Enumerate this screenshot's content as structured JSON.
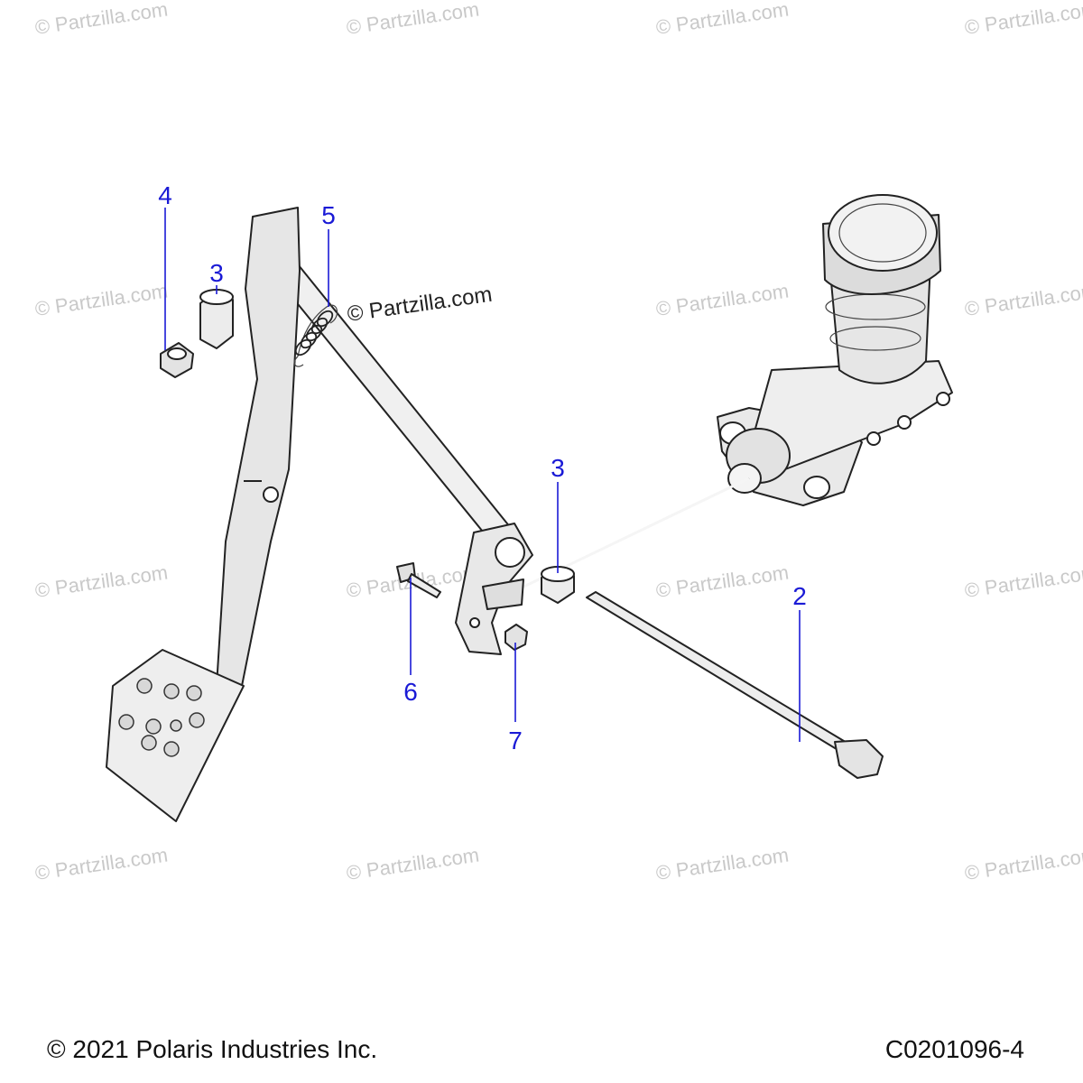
{
  "callouts": [
    {
      "id": "4",
      "label": "4"
    },
    {
      "id": "3a",
      "label": "3"
    },
    {
      "id": "5",
      "label": "5"
    },
    {
      "id": "3b",
      "label": "3"
    },
    {
      "id": "2",
      "label": "2"
    },
    {
      "id": "6",
      "label": "6"
    },
    {
      "id": "7",
      "label": "7"
    }
  ],
  "watermark": {
    "text": "© Partzilla.com",
    "feature_text": "© Partzilla.com"
  },
  "footer": {
    "copyright": "© 2021 Polaris Industries Inc.",
    "diagram_code": "C0201096-4"
  },
  "colors": {
    "callout": "#1a1ad6",
    "part_fill": "#e6e6e6",
    "part_stroke": "#222222",
    "watermark": "#c9c9c9"
  }
}
